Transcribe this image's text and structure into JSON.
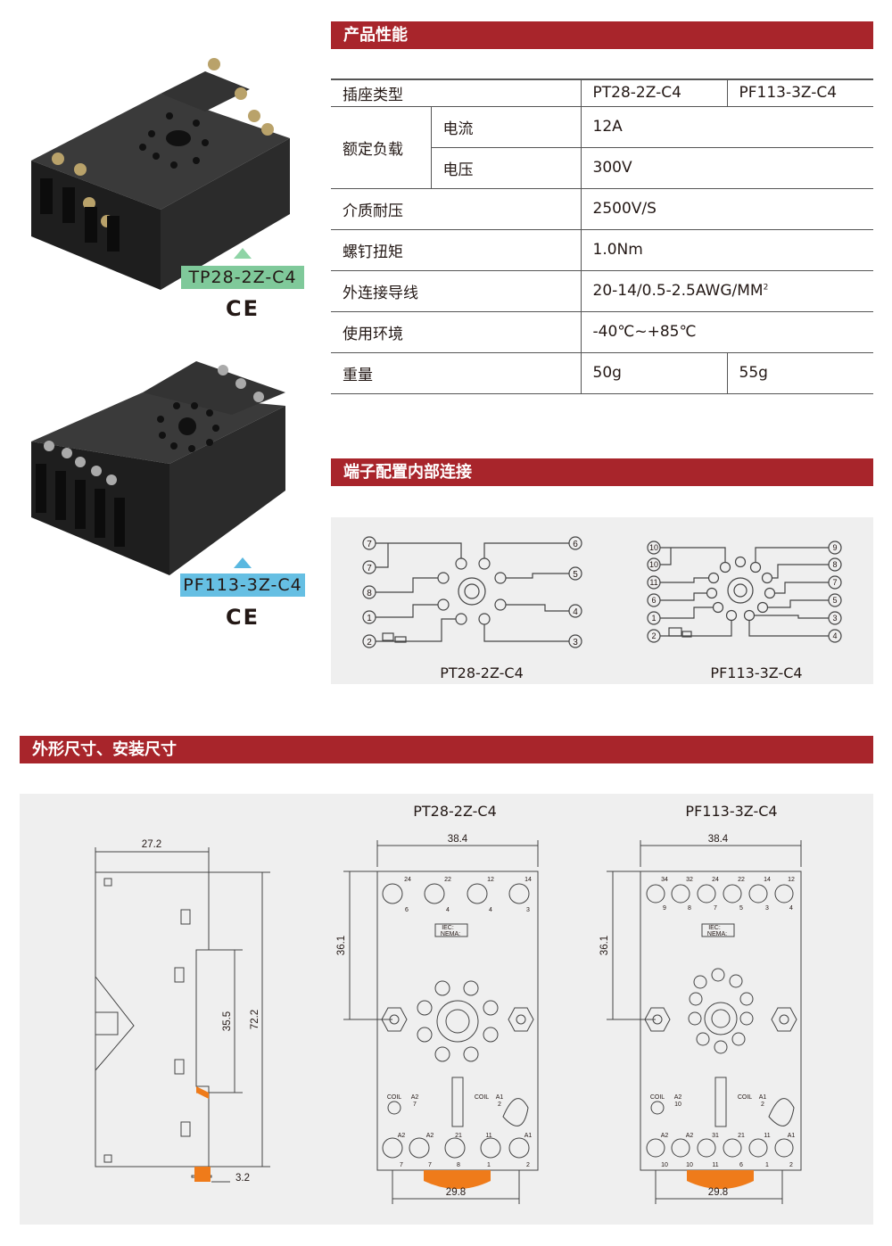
{
  "sections": {
    "performance": "产品性能",
    "terminals": "端子配置内部连接",
    "dimensions": "外形尺寸、安装尺寸"
  },
  "products": [
    {
      "model": "TP28-2Z-C4",
      "mark": "CE",
      "tag_color": "#7fc99a",
      "arrow_color": "#8fd4a6"
    },
    {
      "model": "PF113-3Z-C4",
      "mark": "CE",
      "tag_color": "#66bfe3",
      "arrow_color": "#5ab8e0"
    }
  ],
  "spec": {
    "header": {
      "label": "插座类型",
      "col1": "PT28-2Z-C4",
      "col2": "PF113-3Z-C4"
    },
    "rated_load": {
      "label": "额定负载",
      "current_label": "电流",
      "current": "12A",
      "voltage_label": "电压",
      "voltage": "300V"
    },
    "dielectric": {
      "label": "介质耐压",
      "value": "2500V/S"
    },
    "torque": {
      "label": "螺钉扭矩",
      "value": "1.0Nm"
    },
    "wire": {
      "label": "外连接导线",
      "value": "20-14/0.5-2.5AWG/MM",
      "sup": "2"
    },
    "environment": {
      "label": "使用环境",
      "value": "-40℃~+85℃"
    },
    "weight": {
      "label": "重量",
      "col1": "50g",
      "col2": "55g"
    }
  },
  "wiring": {
    "left": {
      "name": "PT28-2Z-C4",
      "left_pins": [
        "7",
        "7",
        "8",
        "1",
        "2"
      ],
      "right_pins": [
        "6",
        "5",
        "4",
        "3"
      ]
    },
    "right": {
      "name": "PF113-3Z-C4",
      "left_pins": [
        "10",
        "10",
        "11",
        "6",
        "1",
        "2"
      ],
      "right_pins": [
        "9",
        "8",
        "7",
        "5",
        "3",
        "4"
      ]
    }
  },
  "dims": {
    "side": {
      "width": "27.2",
      "mid": "35.5",
      "height": "72.2",
      "foot": "3.2"
    },
    "front_left": {
      "name": "PT28-2Z-C4",
      "width": "38.4",
      "height": "36.1",
      "base": "29.8",
      "top_nums": [
        "24",
        "22",
        "12",
        "14"
      ],
      "top_sub": [
        "6",
        "4",
        "4",
        "3"
      ],
      "bot_nums": [
        "A2",
        "A2",
        "21",
        "11",
        "A1"
      ],
      "bot_sub": [
        "7",
        "7",
        "8",
        "1",
        "2"
      ],
      "coil_l": "COIL",
      "coil_l_a": "A2",
      "coil_l_n": "7",
      "coil_r": "COIL",
      "coil_r_a": "A1",
      "coil_r_n": "2",
      "iec": "IEC:",
      "nema": "NEMA:"
    },
    "front_right": {
      "name": "PF113-3Z-C4",
      "width": "38.4",
      "height": "36.1",
      "base": "29.8",
      "top_nums": [
        "34",
        "32",
        "24",
        "22",
        "14",
        "12"
      ],
      "top_sub": [
        "9",
        "8",
        "7",
        "5",
        "3",
        "4"
      ],
      "bot_nums": [
        "A2",
        "A2",
        "31",
        "21",
        "11",
        "A1"
      ],
      "bot_sub": [
        "10",
        "10",
        "11",
        "6",
        "1",
        "2"
      ],
      "coil_l": "COIL",
      "coil_l_a": "A2",
      "coil_l_n": "10",
      "coil_r": "COIL",
      "coil_r_a": "A1",
      "coil_r_n": "2",
      "iec": "IEC:",
      "nema": "NEMA:"
    }
  }
}
